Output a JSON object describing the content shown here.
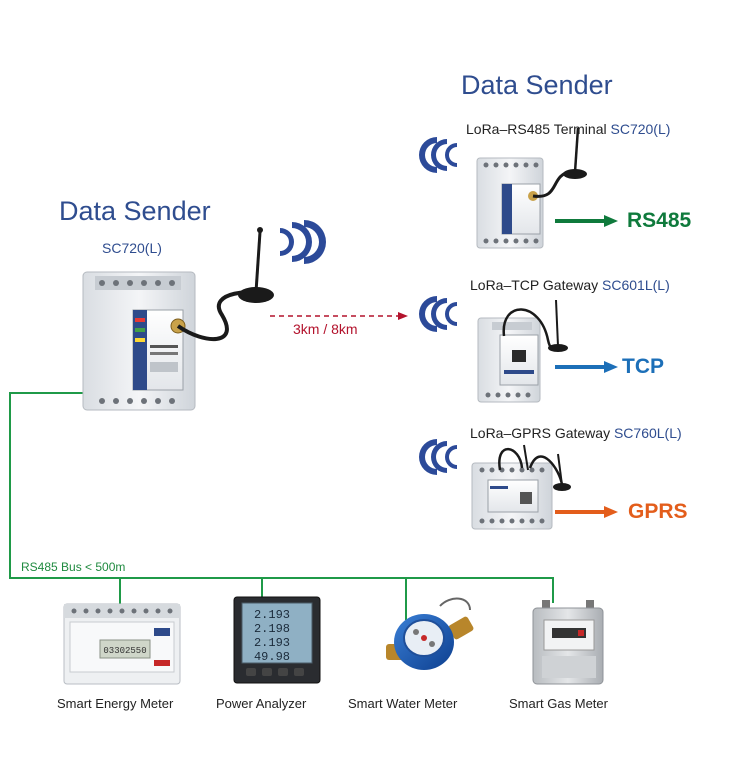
{
  "sender": {
    "title": "Data Sender",
    "model": "SC720(L)"
  },
  "receiver": {
    "title": "Data Sender"
  },
  "link": {
    "distance": "3km / 8km"
  },
  "receivers": [
    {
      "name": "LoRa–RS485 Terminal",
      "model": "SC720(L)",
      "protocol": "RS485",
      "color": "#0f7a3c"
    },
    {
      "name": "LoRa–TCP Gateway",
      "model": "SC601L(L)",
      "protocol": "TCP",
      "color": "#1c6fb8"
    },
    {
      "name": "LoRa–GPRS Gateway",
      "model": "SC760L(L)",
      "protocol": "GPRS",
      "color": "#e35d1b"
    }
  ],
  "bus": {
    "label": "RS485 Bus < 500m",
    "color": "#1f9a48"
  },
  "meters": [
    {
      "label": "Smart Energy Meter",
      "display": "03302550"
    },
    {
      "label": "Power Analyzer",
      "display": [
        "2.193",
        "2.198",
        "2.193",
        "49.98"
      ]
    },
    {
      "label": "Smart Water Meter"
    },
    {
      "label": "Smart Gas Meter"
    }
  ],
  "icons": {
    "wireless": "wireless-wave-icon",
    "antenna": "antenna-icon",
    "arrow": "arrow-right-icon"
  }
}
